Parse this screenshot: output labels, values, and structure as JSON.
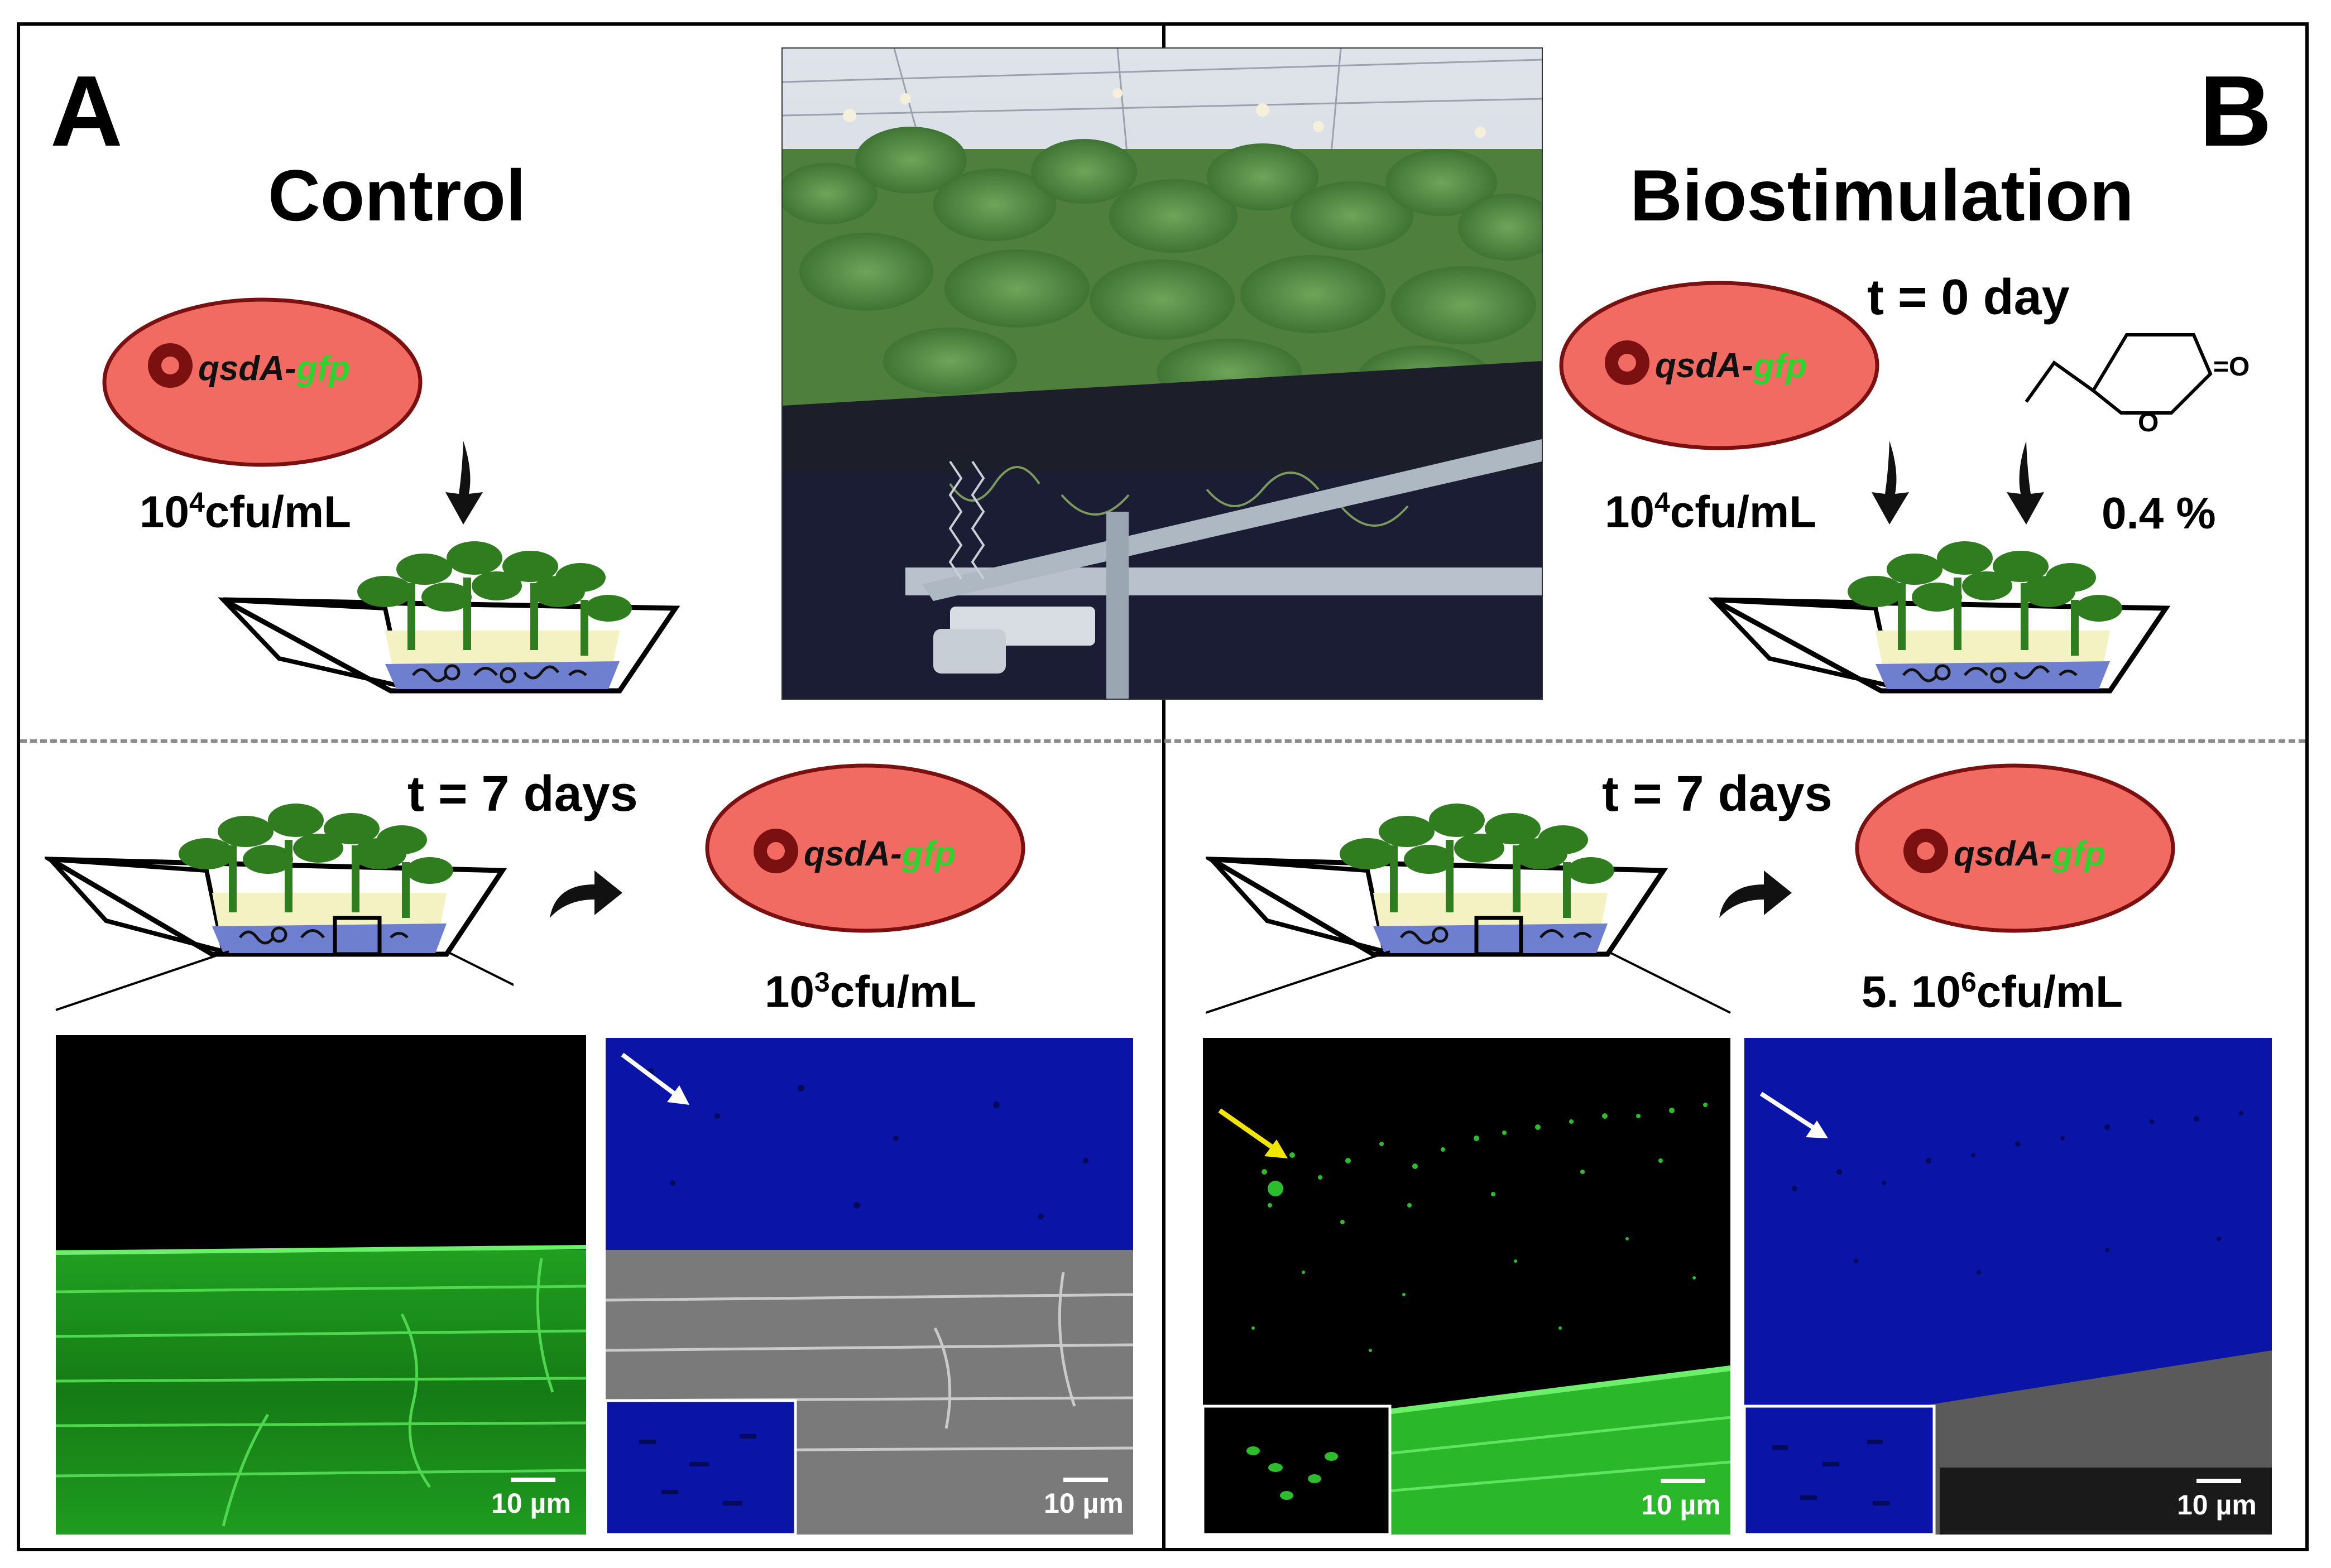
{
  "panels": {
    "a": {
      "letter": "A",
      "title": "Control"
    },
    "b": {
      "letter": "B",
      "title": "Biostimulation"
    }
  },
  "strain": {
    "gene": "qsdA",
    "dash": "-",
    "reporter": "gfp"
  },
  "top_left": {
    "concentration_base": "10",
    "concentration_exp": "4",
    "concentration_unit": "cfu/mL"
  },
  "top_right": {
    "time": "t = 0 day",
    "concentration_base": "10",
    "concentration_exp": "4",
    "concentration_unit": "cfu/mL",
    "lactone_dose": "0.4 %",
    "molecule_o_ring": "O",
    "molecule_o_carbonyl": "=O"
  },
  "bottom_left": {
    "time": "t = 7 days",
    "concentration_base": "10",
    "concentration_exp": "3",
    "concentration_unit": "cfu/mL"
  },
  "bottom_right": {
    "time": "t = 7 days",
    "concentration_prefix": "5. 10",
    "concentration_exp": "6",
    "concentration_unit": "cfu/mL"
  },
  "scale_bar": "10 µm",
  "colors": {
    "cell_fill": "#f26b63",
    "cell_stroke": "#7a1010",
    "gfp_green": "#3bd63b",
    "dapi_blue": "#0a15a8",
    "plant_green": "#2f7d1e",
    "arrow_yellow": "#f2e600"
  }
}
